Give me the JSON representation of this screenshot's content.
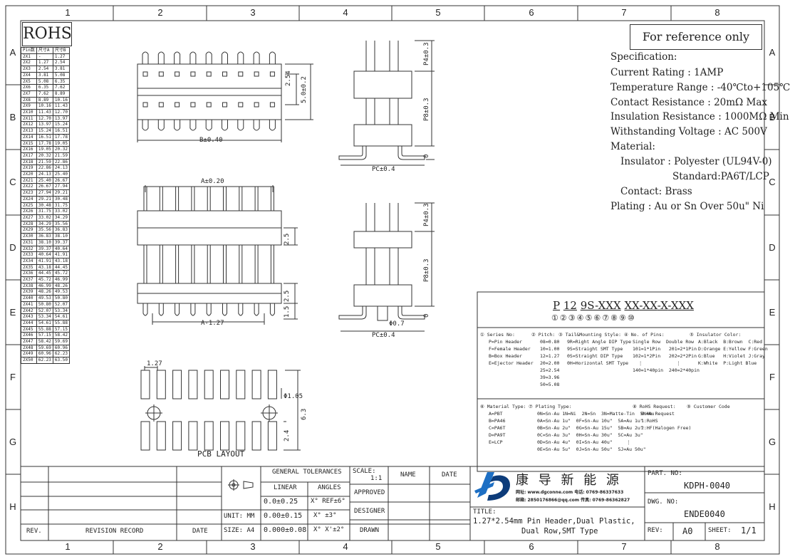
{
  "border": {
    "cols": [
      "1",
      "2",
      "3",
      "4",
      "5",
      "6",
      "7",
      "8"
    ],
    "rows": [
      "A",
      "B",
      "C",
      "D",
      "E",
      "F",
      "G",
      "H"
    ]
  },
  "rohs": "ROHS",
  "reference": "For reference only",
  "pin_table": {
    "header": [
      "Pin数",
      "尺寸A",
      "尺寸B"
    ],
    "rows": [
      [
        "2X1",
        "-",
        "1.27"
      ],
      [
        "2X2",
        "1.27",
        "2.54"
      ],
      [
        "2X3",
        "2.54",
        "3.81"
      ],
      [
        "2X4",
        "3.81",
        "5.08"
      ],
      [
        "2X5",
        "5.08",
        "6.35"
      ],
      [
        "2X6",
        "6.35",
        "7.62"
      ],
      [
        "2X7",
        "7.62",
        "8.89"
      ],
      [
        "2X8",
        "8.89",
        "10.16"
      ],
      [
        "2X9",
        "10.16",
        "11.43"
      ],
      [
        "2X10",
        "11.43",
        "12.70"
      ],
      [
        "2X11",
        "12.70",
        "13.97"
      ],
      [
        "2X12",
        "13.97",
        "15.24"
      ],
      [
        "2X13",
        "15.24",
        "16.51"
      ],
      [
        "2X14",
        "16.51",
        "17.78"
      ],
      [
        "2X15",
        "17.78",
        "19.05"
      ],
      [
        "2X16",
        "19.05",
        "20.32"
      ],
      [
        "2X17",
        "20.32",
        "21.59"
      ],
      [
        "2X18",
        "21.59",
        "22.86"
      ],
      [
        "2X19",
        "22.86",
        "24.13"
      ],
      [
        "2X20",
        "24.13",
        "25.40"
      ],
      [
        "2X21",
        "25.40",
        "26.67"
      ],
      [
        "2X22",
        "26.67",
        "27.94"
      ],
      [
        "2X23",
        "27.94",
        "29.21"
      ],
      [
        "2X24",
        "29.21",
        "30.48"
      ],
      [
        "2X25",
        "30.48",
        "31.75"
      ],
      [
        "2X26",
        "31.75",
        "33.02"
      ],
      [
        "2X27",
        "33.02",
        "34.29"
      ],
      [
        "2X28",
        "34.29",
        "35.56"
      ],
      [
        "2X29",
        "35.56",
        "36.83"
      ],
      [
        "2X30",
        "36.83",
        "38.10"
      ],
      [
        "2X31",
        "38.10",
        "39.37"
      ],
      [
        "2X32",
        "39.37",
        "40.64"
      ],
      [
        "2X33",
        "40.64",
        "41.91"
      ],
      [
        "2X34",
        "41.91",
        "43.18"
      ],
      [
        "2X35",
        "43.18",
        "44.45"
      ],
      [
        "2X36",
        "44.45",
        "45.72"
      ],
      [
        "2X37",
        "45.72",
        "46.99"
      ],
      [
        "2X38",
        "46.99",
        "48.26"
      ],
      [
        "2X39",
        "48.26",
        "49.53"
      ],
      [
        "2X40",
        "49.53",
        "50.80"
      ],
      [
        "2X41",
        "50.80",
        "52.07"
      ],
      [
        "2X42",
        "52.07",
        "53.34"
      ],
      [
        "2X43",
        "53.34",
        "54.61"
      ],
      [
        "2X44",
        "54.61",
        "55.88"
      ],
      [
        "2X45",
        "55.88",
        "57.15"
      ],
      [
        "2X46",
        "57.15",
        "58.42"
      ],
      [
        "2X47",
        "58.42",
        "59.69"
      ],
      [
        "2X48",
        "59.69",
        "60.96"
      ],
      [
        "2X49",
        "60.96",
        "62.23"
      ],
      [
        "2X50",
        "62.23",
        "63.50"
      ]
    ]
  },
  "spec": {
    "title": "Specification:",
    "current": "Current Rating : 1AMP",
    "temp": "Temperature Range : -40℃to+105℃",
    "contact_res": "Contact Resistance : 20mΩ  Max",
    "insul_res": "Insulation Resistance : 1000MΩ  Min",
    "voltage": "Withstanding Voltage : AC 500V",
    "material": "Material:",
    "insulator": "Insulator : Polyester (UL94V-0)",
    "standard": "Standard:PA6T/LCP",
    "contact": "Contact: Brass",
    "plating": "Plating : Au or Sn Over 50u\" Ni"
  },
  "dims": {
    "b": "B±0.40",
    "a": "A±0.20",
    "a127": "A-1.27",
    "d254": "2.54",
    "d50": "5.0±0.2",
    "p4a": "P4±0.3",
    "p8a": "P8±0.3",
    "p4b": "P4±0.3",
    "p8b": "P8±0.3",
    "pc1": "PC±0.4",
    "pc2": "PC±0.4",
    "zero1": "0",
    "zero2": "0",
    "phi07": "Φ0.7",
    "d25a": "2.5",
    "d25b": "2.5",
    "d15": "1.5",
    "d127": "1.27",
    "phi105": "Φ1.05",
    "d63": "6.3",
    "d24": "2.4",
    "pcb": "PCB LAYOUT"
  },
  "part_code": {
    "segments": [
      "P",
      "12",
      "9S-XXX",
      "X",
      "X",
      "-XX",
      "-X",
      "-XXX"
    ],
    "circles": [
      "①",
      "②",
      "③",
      "④",
      "⑤",
      "⑥",
      "⑦",
      "⑧",
      "⑨",
      "⑩"
    ]
  },
  "opt": {
    "series_t": "① Series No:",
    "series": [
      "P=Pin Header",
      "F=Female Header",
      "B=Box Header",
      "E=Ejector Header"
    ],
    "pitch_t": "② Pitch:",
    "pitch": [
      "08=0.80",
      "10=1.00",
      "12=1.27",
      "20=2.00",
      "25=2.54",
      "39=3.96",
      "50=5.08"
    ],
    "tail_t": "③ Tail&Mounting Style:",
    "tail": [
      "9R=Right Angle DIP Type",
      "9S=Straight SMT Type",
      "0S=Straight DIP Type",
      "0H=Horizontal SMT Type"
    ],
    "pins_t": "④ No. of Pins:",
    "pins": [
      "Single Row  Double Row",
      "101=1*1Pin   201=2*1Pin",
      "102=1*2Pin   202=2*2Pin",
      "  ⋮            ⋮",
      "140=1*40pin  240=2*40pin"
    ],
    "color_t": "⑤ Insulator Color:",
    "color": [
      "A:Black  B:Brown  C:Red",
      "D:Orange E:Yellow F:Green",
      "G:Blue   H:Violet J:Gray",
      "K:White  P:Light Blue"
    ],
    "mat_t": "⑥ Material Type:",
    "mat": [
      "A=PBT",
      "B=PA46",
      "C=PA6T",
      "D=PA9T",
      "E=LCP"
    ],
    "plat_t": "⑦ Plating Type:",
    "plat": [
      "0N=Sn-Au 1N=Ni  2N=Sn  3N=Matte-Tin  5N=Au",
      "0A=Sn-Au 1u\"  0F=Sn-Au 10u\"  5A=Au 1u\"",
      "0B=Sn-Au 2u\"  0G=Sn-Au 15u\"  5B=Au 2u\"",
      "0C=Sn-Au 3u\"  0H=Sn-Au 30u\"  5C=Au 3u\"",
      "0D=Sn-Au 4u\"  0I=Sn-Au 40u\"     ⋮",
      "0E=Sn-Au 5u\"  0J=Sn-Au 50u\"  5J=Au 50u\""
    ],
    "rohs_t": "⑧ RoHS Request:",
    "rohs": [
      "0:No Request",
      "1:RoHS",
      "2:HF(Halogen Free)"
    ],
    "cust_t": "⑨ Customer Code"
  },
  "title_block": {
    "gen_tol": "GENERAL TOLERANCES",
    "linear": "LINEAR",
    "angles": "ANGLES",
    "t1": "0.0±0.25",
    "t1a": "X° REF±6°",
    "t2": "0.00±0.15",
    "t2a": "X° ±3°",
    "t3": "0.000±0.08",
    "t3a": "X° X'±2°",
    "unit": "UNIT: MM",
    "size": "SIZE: A4",
    "scale": "SCALE:",
    "scale_v": "1:1",
    "name": "NAME",
    "date": "DATE",
    "approved": "APPROVED",
    "designer": "DESIGNER",
    "drawn": "DRAWN",
    "rev": "REV.",
    "rev_record": "REVISION RECORD",
    "rev_date": "DATE",
    "company": "康 导 新 能 源",
    "web": "网址: www.dgconne.com   电话: 0769-86337633",
    "mail": "邮箱: 2850176866@qq.com  传真: 0769-86362827",
    "title_l": "TITLE:",
    "title1": "1.27*2.54mm Pin Header,Dual Plastic,",
    "title2": "Dual Row,SMT Type",
    "partno_l": "PART. NO:",
    "partno": "KDPH-0040",
    "dwg_l": "DWG. NO:",
    "dwg": "ENDE0040",
    "rev2": "REV:",
    "rev_v": "A0",
    "sheet": "SHEET:",
    "sheet_v": "1/1"
  },
  "colors": {
    "line": "#333333",
    "logo_blue": "#1d6fc4",
    "logo_dark": "#0d3c7a"
  }
}
